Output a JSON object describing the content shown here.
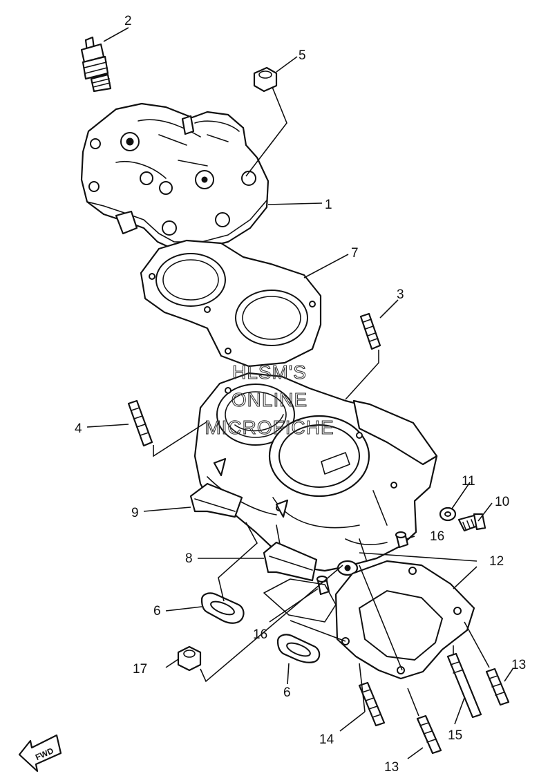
{
  "watermark": {
    "line1": "HLSM'S",
    "line2": "ONLINE",
    "line3": "MICROFICHE"
  },
  "direction_label": "FWD",
  "callouts": {
    "c1": "1",
    "c2": "2",
    "c3": "3",
    "c4": "4",
    "c5": "5",
    "c6a": "6",
    "c6b": "6",
    "c7": "7",
    "c8": "8",
    "c9": "9",
    "c10": "10",
    "c11": "11",
    "c12": "12",
    "c13a": "13",
    "c13b": "13",
    "c14": "14",
    "c15": "15",
    "c16a": "16",
    "c16b": "16",
    "c17": "17"
  }
}
